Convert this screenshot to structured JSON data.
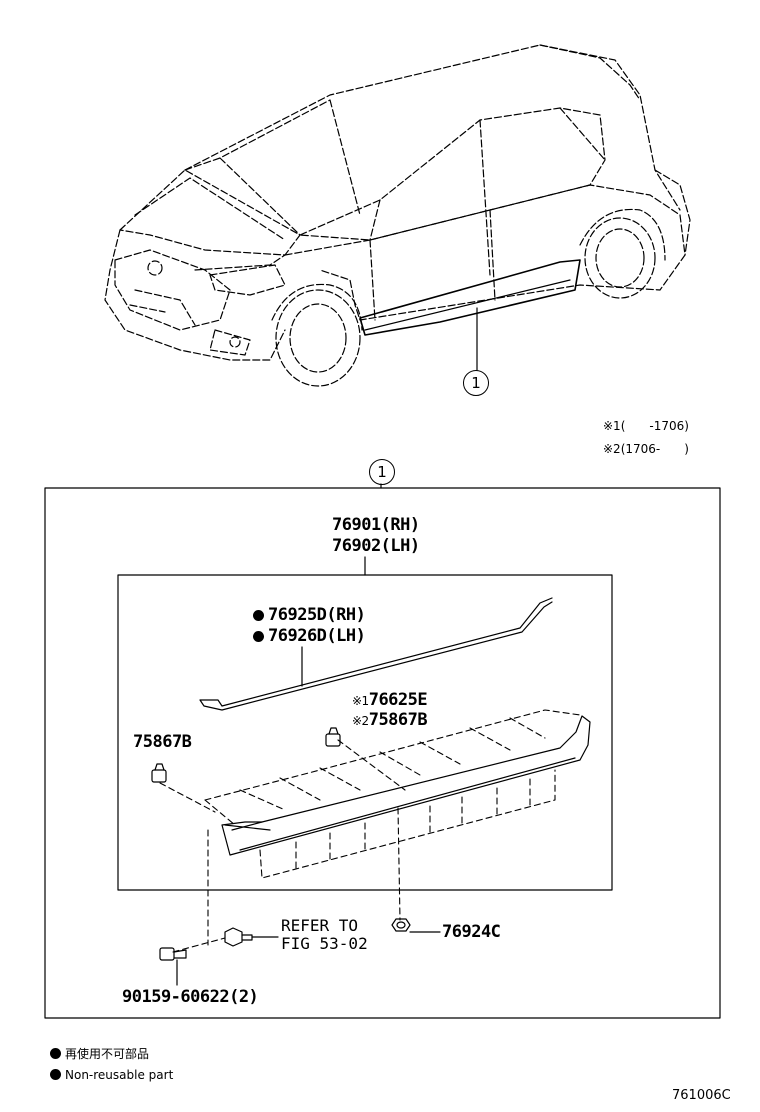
{
  "callout_number": "1",
  "notes": {
    "note1_mark": "※1",
    "note1_range": "(　　-1706)",
    "note2_mark": "※2",
    "note2_range": "(1706-　　)"
  },
  "parts": {
    "assembly_rh": "76901(RH)",
    "assembly_lh": "76902(LH)",
    "strip_rh": "76925D(RH)",
    "strip_lh": "76926D(LH)",
    "clip_left": "75867B",
    "clip_right_mark1": "※1",
    "clip_right_1": "76625E",
    "clip_right_mark2": "※2",
    "clip_right_2": "75867B",
    "nut": "76924C",
    "refer_line1": "REFER TO",
    "refer_line2": "FIG 53-02",
    "screw": "90159-60622(2)"
  },
  "legend": {
    "japanese": "再使用不可部品",
    "english": "Non-reusable part"
  },
  "figure_id": "761006C"
}
